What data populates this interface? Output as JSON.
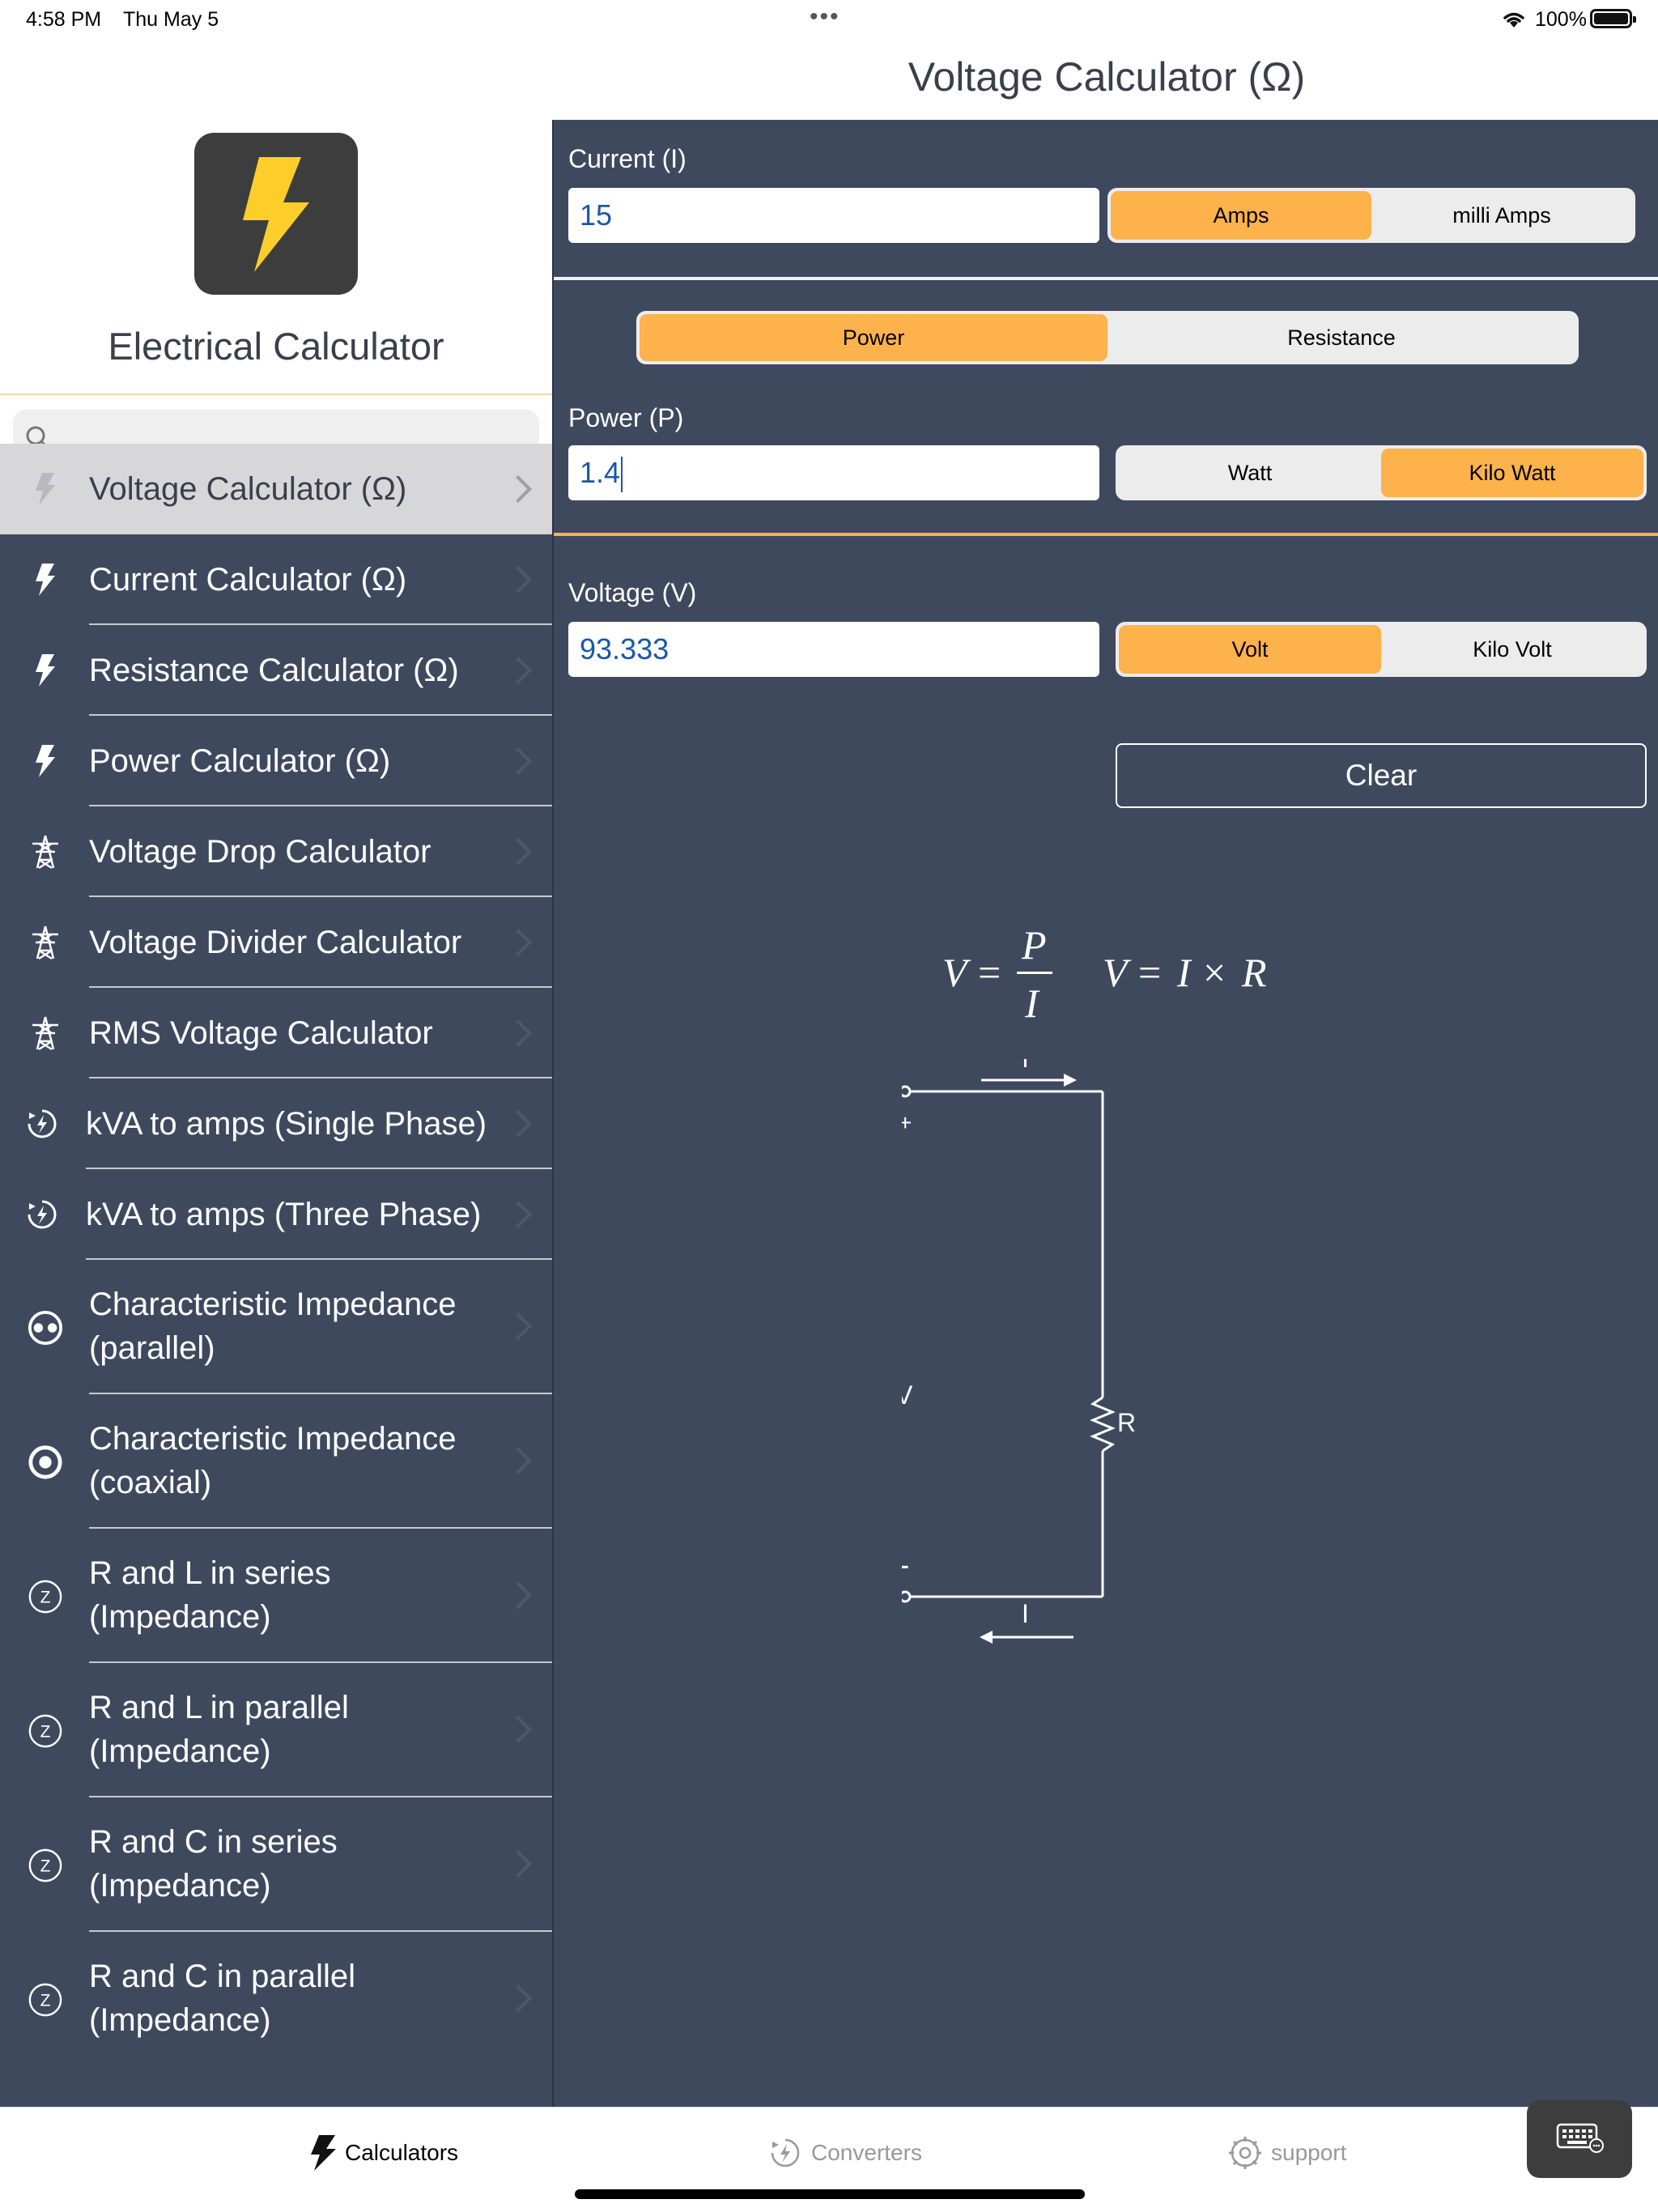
{
  "status_bar": {
    "time": "4:58 PM",
    "date": "Thu May 5",
    "battery": "100%"
  },
  "nav": {
    "title": "Voltage Calculator (Ω)"
  },
  "sidebar": {
    "app_name": "Electrical Calculator",
    "search_placeholder": "",
    "items": [
      {
        "label": "Voltage Calculator (Ω)",
        "icon": "bolt-icon",
        "selected": true
      },
      {
        "label": "Current Calculator (Ω)",
        "icon": "bolt-icon"
      },
      {
        "label": "Resistance Calculator (Ω)",
        "icon": "bolt-icon"
      },
      {
        "label": "Power Calculator (Ω)",
        "icon": "bolt-icon"
      },
      {
        "label": "Voltage Drop Calculator",
        "icon": "power-tower-icon"
      },
      {
        "label": "Voltage Divider Calculator",
        "icon": "power-tower-icon"
      },
      {
        "label": "RMS Voltage Calculator",
        "icon": "power-tower-icon"
      },
      {
        "label": "kVA to amps (Single Phase)",
        "icon": "circle-bolt-icon"
      },
      {
        "label": "kVA to amps (Three Phase)",
        "icon": "circle-bolt-icon"
      },
      {
        "label": "Characteristic Impedance (parallel)",
        "line1": "Characteristic Impedance",
        "line2": "(parallel)",
        "icon": "parallel-impedance-icon"
      },
      {
        "label": "Characteristic Impedance (coaxial)",
        "line1": "Characteristic Impedance",
        "line2": "(coaxial)",
        "icon": "coaxial-icon"
      },
      {
        "label": "R and L in series (Impedance)",
        "line1": "R and L in series",
        "line2": "(Impedance)",
        "icon": "z-circle-icon"
      },
      {
        "label": "R and L in parallel (Impedance)",
        "line1": "R and L in parallel",
        "line2": "(Impedance)",
        "icon": "z-circle-icon"
      },
      {
        "label": "R and C in series (Impedance)",
        "line1": "R and C in series",
        "line2": "(Impedance)",
        "icon": "z-circle-icon"
      },
      {
        "label": "R and C in parallel (Impedance)",
        "line1": "R and C in parallel",
        "line2": "(Impedance)",
        "icon": "z-circle-icon"
      }
    ]
  },
  "current": {
    "label": "Current (I)",
    "value": "15",
    "units": [
      "Amps",
      "milli Amps"
    ],
    "selected_unit": "Amps"
  },
  "mode": {
    "options": [
      "Power",
      "Resistance"
    ],
    "selected": "Power"
  },
  "power": {
    "label": "Power (P)",
    "value": "1.4",
    "units": [
      "Watt",
      "Kilo Watt"
    ],
    "selected_unit": "Kilo Watt"
  },
  "voltage": {
    "label": "Voltage (V)",
    "value": "93.333",
    "units": [
      "Volt",
      "Kilo Volt"
    ],
    "selected_unit": "Volt"
  },
  "clear_label": "Clear",
  "diagram": {
    "current_label": "I",
    "voltage_label": "V",
    "resistor_label": "R",
    "plus": "+",
    "minus": "-"
  },
  "tabs": [
    {
      "label": "Calculators",
      "icon": "bolt-icon",
      "active": true
    },
    {
      "label": "Converters",
      "icon": "circle-bolt-icon",
      "active": false
    },
    {
      "label": "support",
      "icon": "gear-icon",
      "active": false
    }
  ],
  "colors": {
    "panel": "#3f495e",
    "accent": "#fdb24c",
    "selected_row": "#d7d7d9",
    "icon_bolt": "#fdcd2a"
  }
}
